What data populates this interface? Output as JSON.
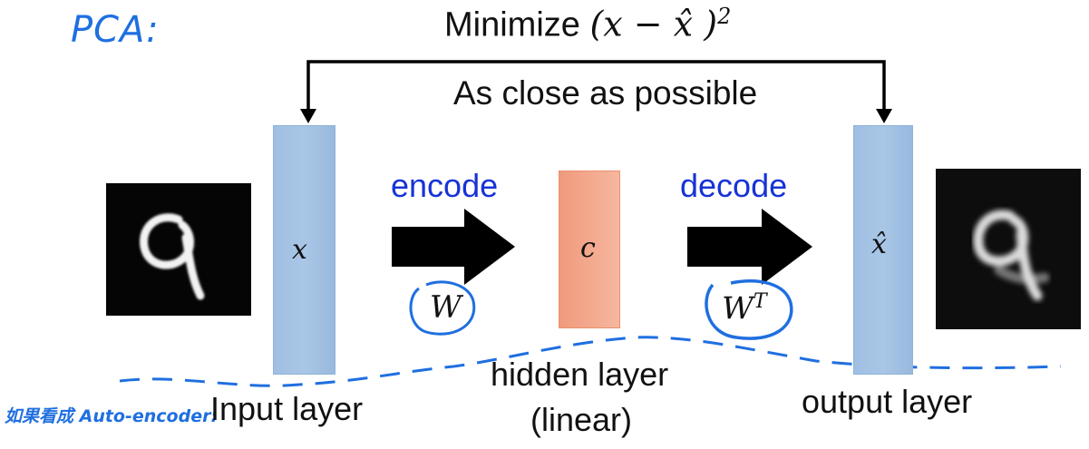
{
  "annotations": {
    "pca": "PCA:",
    "autoencoder_note": "如果看成 Auto-encoder:"
  },
  "objective": {
    "minimize_word": "Minimize",
    "expression": "(x − x̂ )",
    "exponent": "2",
    "subtitle": "As close as possible"
  },
  "layers": {
    "input_var": "x",
    "input_label": "Input layer",
    "hidden_var": "c",
    "hidden_label_line1": "hidden layer",
    "hidden_label_line2": "(linear)",
    "output_var": "x̂",
    "output_label": "output layer"
  },
  "steps": {
    "encode": "encode",
    "encode_weight": "W",
    "decode": "decode",
    "decode_weight": "W",
    "decode_weight_sup": "T"
  },
  "colors": {
    "blue_text": "#1733d6",
    "pen_blue": "#1f6fe0",
    "layer_blue": "#a9c6e6",
    "hidden_orange": "#f3a78b",
    "arrow_black": "#000000"
  }
}
